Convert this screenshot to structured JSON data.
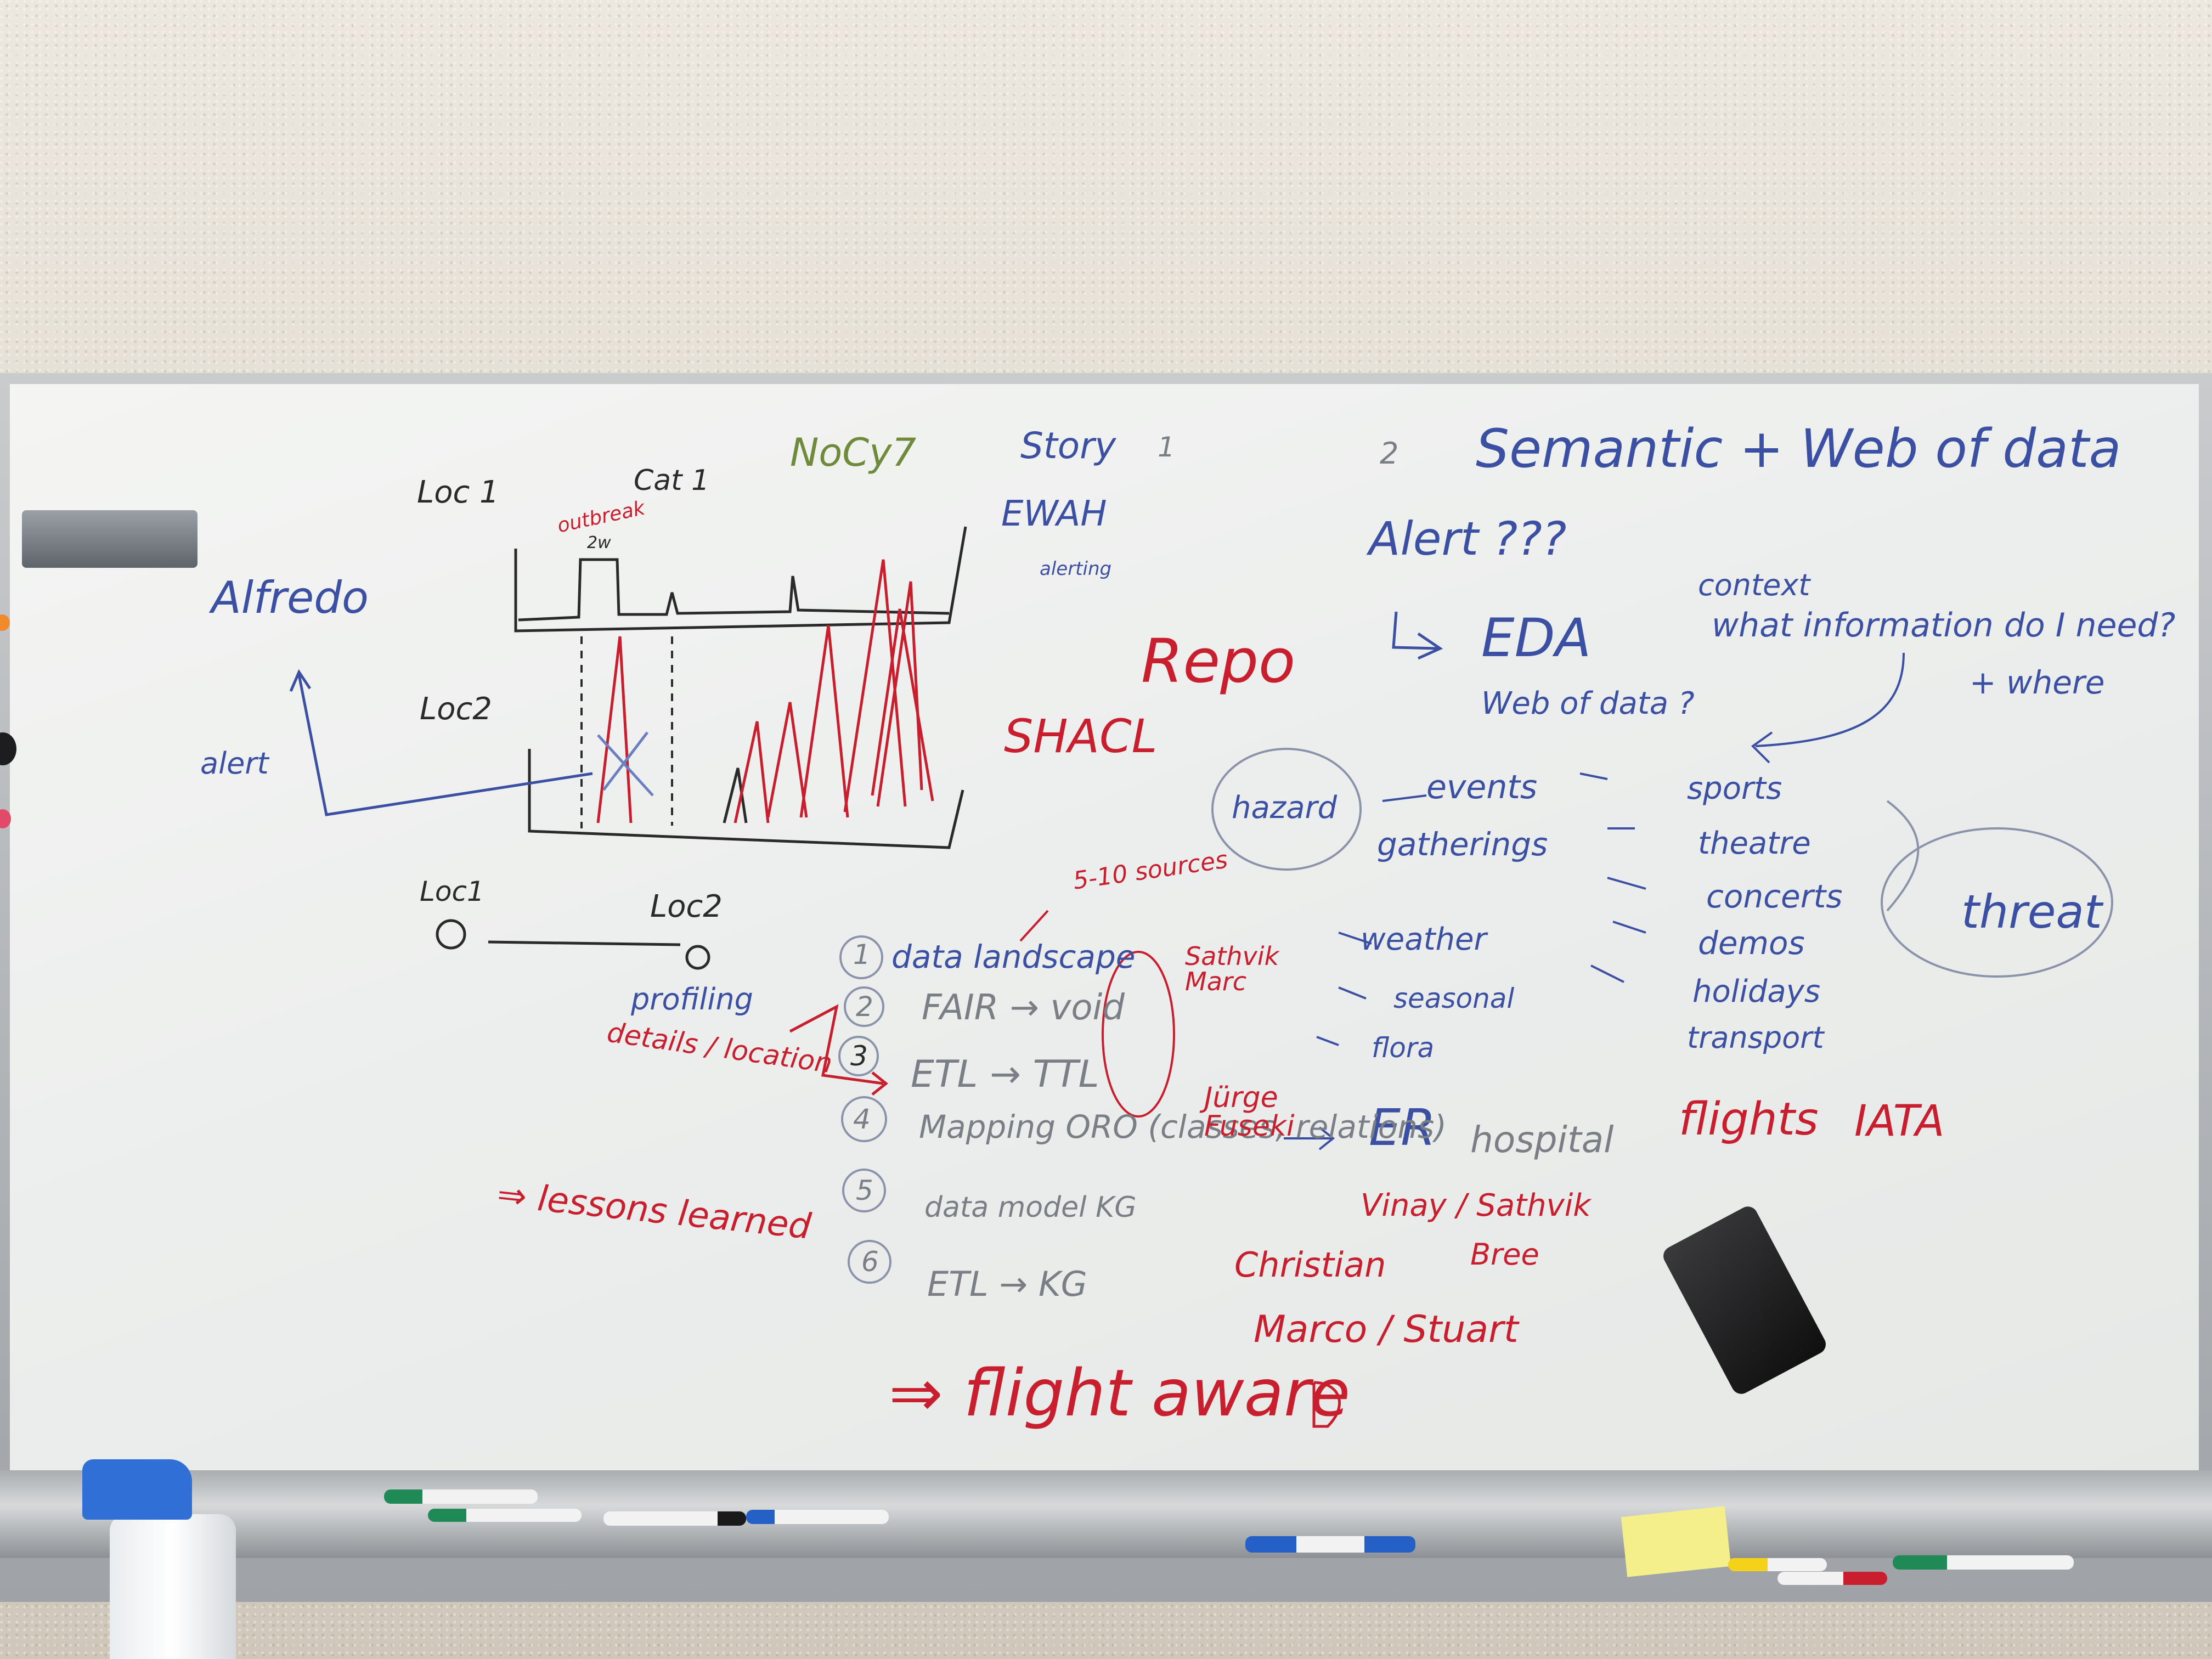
{
  "board": {
    "chart_left": {
      "loc1_label": "Loc 1",
      "cat1_label": "Cat 1",
      "outbreak_label": "outbreak",
      "duration_label": "2w",
      "loc2_label": "Loc2",
      "alfredo": "Alfredo",
      "alert_left": "alert",
      "loc1_bottom": "Loc1",
      "loc2_bottom": "Loc2"
    },
    "top_middle": {
      "nocyj": "NoCy7",
      "story": "Story",
      "story_num": "1",
      "ewah": "EWAH",
      "alerting": "alerting",
      "repo": "Repo",
      "shacl": "SHACL"
    },
    "right_top": {
      "num2": "2",
      "semantic": "Semantic + Web of data",
      "alert": "Alert ???",
      "eda": "EDA",
      "context": "context",
      "what_info": "what information do I need?",
      "where": "+ where",
      "web_of_data": "Web of data ?"
    },
    "hazard_section": {
      "hazard": "hazard",
      "events": "events",
      "gatherings": "gatherings",
      "weather": "weather",
      "seasonal": "seasonal",
      "flora": "flora",
      "er": "ER",
      "hospital": "hospital",
      "list": [
        "sports",
        "theatre",
        "concerts",
        "demos",
        "holidays",
        "transport"
      ],
      "threat": "threat",
      "flights": "flights",
      "iata": "IATA"
    },
    "list_steps": {
      "arrow_note": "5-10 sources",
      "step1": "data landscape",
      "step2": "FAIR → void",
      "step3": "ETL → TTL",
      "step4": "Mapping  ORO (classes, relations)",
      "step5": "data model  KG",
      "step6": "ETL → KG",
      "nums": [
        "1",
        "2",
        "3",
        "4",
        "5",
        "6"
      ],
      "profiling": "profiling",
      "details": "details / location",
      "sathvik_marc": "Sathvik Marc",
      "juerge_fuseki": "Jürge Fuseki",
      "vinay_sathvik": "Vinay / Sathvik",
      "bree": "Bree",
      "christian": "Christian",
      "marco_stuart": "Marco / Stuart",
      "lessons": "⇒ lessons learned",
      "flight_aware": "⇒ flight aware"
    }
  },
  "objects": {
    "eraser_top": "magnet-bar",
    "eraser": "whiteboard-eraser",
    "spray_bottle": "spray-bottle",
    "markers": "markers",
    "sticky_note": "sticky-note"
  },
  "colors": {
    "blue_ink": "#3b4fa3",
    "red_ink": "#c81e2d",
    "black_ink": "#2a2a2a",
    "green_ink": "#6f8a3a",
    "board": "#eceeed",
    "wall": "#ddd6ca"
  }
}
